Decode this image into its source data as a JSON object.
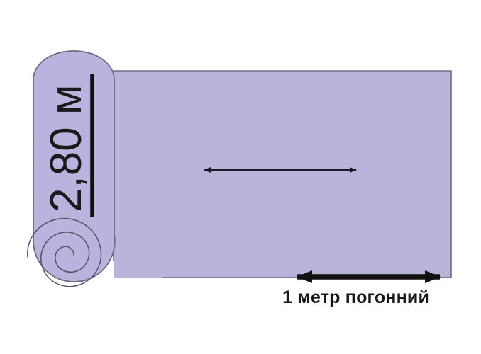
{
  "diagram": {
    "type": "carpet-roll-linear-meter-illustration",
    "background_color": "#ffffff",
    "sheet": {
      "name": "carpet-sheet",
      "fill_color": "#b8b4da",
      "stroke_color": "#6f6a86"
    },
    "roll": {
      "name": "carpet-roll",
      "fill_color": "#b9b3dd",
      "stroke_color": "#6f6a86",
      "spiral_stroke_color": "#55506b",
      "spiral_turns": 3
    },
    "width_dimension": {
      "label": "2,80 м",
      "rotation_deg": -90,
      "rule_color": "#111111"
    },
    "length_dimension": {
      "label": "1 метр погонний",
      "arrow_color": "#111111",
      "arrow_style": "double-headed"
    },
    "unroll_arrow": {
      "name": "unroll-direction-arrow",
      "arrow_color": "#1a1a26",
      "arrow_style": "double-headed"
    }
  }
}
